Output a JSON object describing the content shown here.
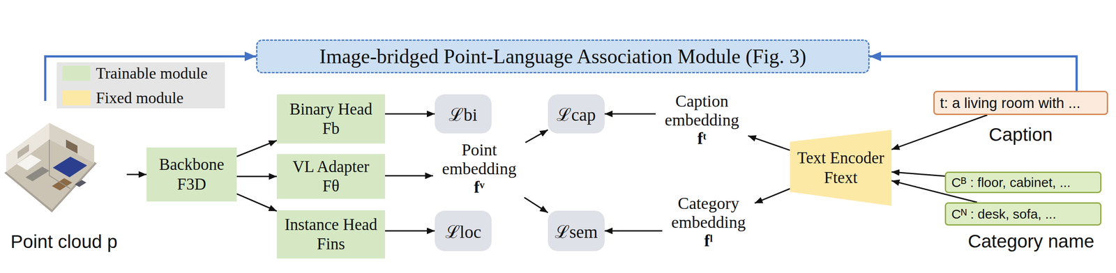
{
  "diagram": {
    "nodes": [
      {
        "text": [
          "Image-bridged Point-Language Association Module (Fig. 3)"
        ]
      },
      {
        "text": [
          "Point cloud p"
        ]
      },
      {
        "text": [
          "Backbone",
          "F3D"
        ]
      },
      {
        "text": [
          "Binary Head",
          "Fb"
        ]
      },
      {
        "text": [
          "VL Adapter",
          "Fθ"
        ]
      },
      {
        "text": [
          "Instance Head",
          "Fins"
        ]
      },
      {
        "text": [
          "ℒbi"
        ]
      },
      {
        "text": [
          "Point embedding",
          "fᵛ"
        ]
      },
      {
        "text": [
          "ℒloc"
        ]
      },
      {
        "text": [
          "ℒcap"
        ]
      },
      {
        "text": [
          "Caption embedding",
          "fᵗ"
        ]
      },
      {
        "text": [
          "ℒsem"
        ]
      },
      {
        "text": [
          "Category embedding",
          "fˡ"
        ]
      },
      {
        "text": [
          "Text Encoder",
          "Ftext"
        ]
      },
      {
        "text": [
          "t: a living room with ...",
          "Caption"
        ]
      },
      {
        "text": [
          "Cᴮ : floor, cabinet, ..."
        ]
      },
      {
        "text": [
          "Cᴺ : desk, sofa, ..."
        ]
      }
    ],
    "edges": [
      {
        "from": 1,
        "to": 0,
        "arrow": "to"
      },
      {
        "from": 14,
        "to": 0,
        "arrow": "to"
      },
      {
        "from": 1,
        "to": 2,
        "arrow": "to"
      },
      {
        "from": 2,
        "to": 3,
        "arrow": "to"
      },
      {
        "from": 2,
        "to": 4,
        "arrow": "to"
      },
      {
        "from": 2,
        "to": 5,
        "arrow": "to"
      },
      {
        "from": 3,
        "to": 6,
        "arrow": "to"
      },
      {
        "from": 4,
        "to": 7,
        "arrow": "to"
      },
      {
        "from": 5,
        "to": 8,
        "arrow": "to"
      },
      {
        "from": 7,
        "to": 9,
        "arrow": "to"
      },
      {
        "from": 7,
        "to": 11,
        "arrow": "to"
      },
      {
        "from": 10,
        "to": 9,
        "arrow": "to"
      },
      {
        "from": 12,
        "to": 11,
        "arrow": "to"
      },
      {
        "from": 13,
        "to": 10,
        "arrow": "to"
      },
      {
        "from": 13,
        "to": 12,
        "arrow": "to"
      },
      {
        "from": 14,
        "to": 13,
        "arrow": "to"
      },
      {
        "from": 15,
        "to": 13,
        "arrow": "to"
      },
      {
        "from": 16,
        "to": 13,
        "arrow": "to"
      }
    ],
    "labels": [
      "Category name"
    ],
    "legend": [
      {
        "text": "Trainable module",
        "color": "#d5e8c3"
      },
      {
        "text": "Fixed module",
        "color": "#fde9a6"
      }
    ]
  }
}
